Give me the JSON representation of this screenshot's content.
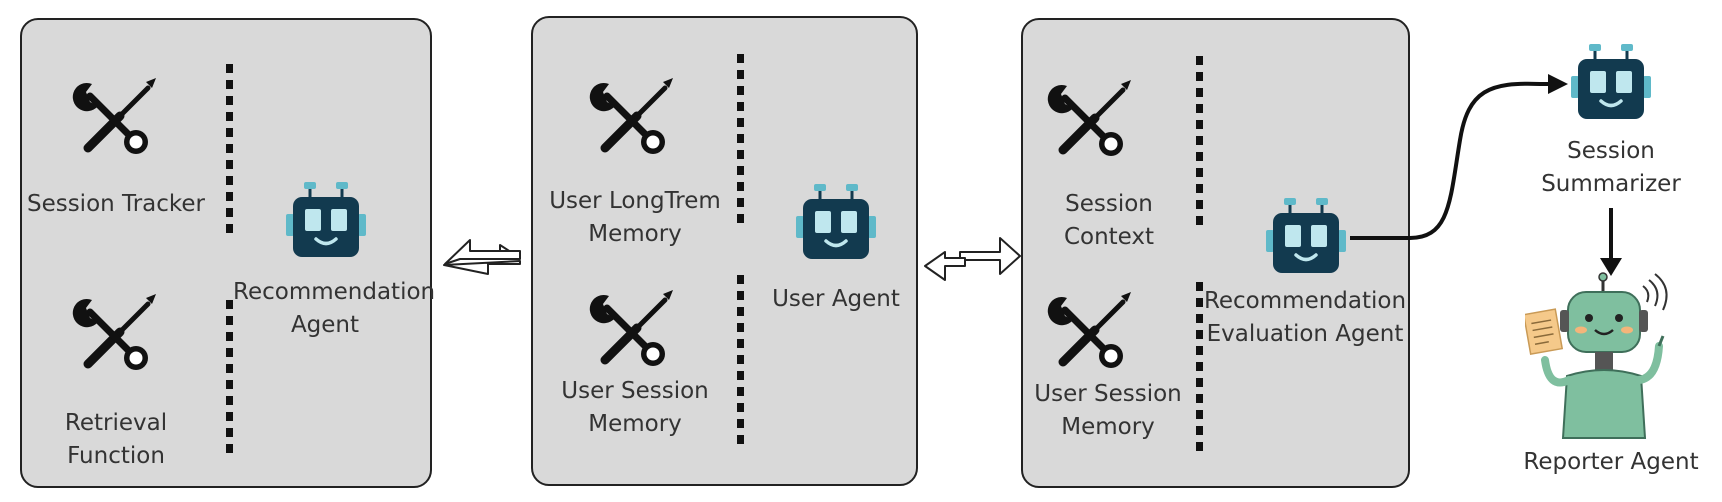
{
  "panels": [
    {
      "tools": [
        {
          "lines": [
            "Session Tracker"
          ]
        },
        {
          "lines": [
            "Retrieval",
            "Function"
          ]
        }
      ],
      "agent": {
        "lines": [
          "Recommendation",
          "Agent"
        ]
      }
    },
    {
      "tools": [
        {
          "lines": [
            "User LongTrem",
            "Memory"
          ]
        },
        {
          "lines": [
            "User Session",
            "Memory"
          ]
        }
      ],
      "agent": {
        "lines": [
          "User Agent"
        ]
      }
    },
    {
      "tools": [
        {
          "lines": [
            "Session",
            "Context"
          ]
        },
        {
          "lines": [
            "User Session",
            "Memory"
          ]
        }
      ],
      "agent": {
        "lines": [
          "Recommendation",
          "Evaluation Agent"
        ]
      }
    }
  ],
  "summarizer": {
    "lines": [
      "Session",
      "Summarizer"
    ]
  },
  "reporter": {
    "lines": [
      "Reporter Agent"
    ]
  },
  "icons": {
    "tool": "wrench-screwdriver-icon",
    "agent": "robot-icon",
    "reporter": "robot-reporter-icon"
  },
  "colors": {
    "panel_fill": "#d9d9d9",
    "robot_body": "#123a4f",
    "robot_eye": "#bfe7ee",
    "reporter_body": "#7fbf9f"
  }
}
